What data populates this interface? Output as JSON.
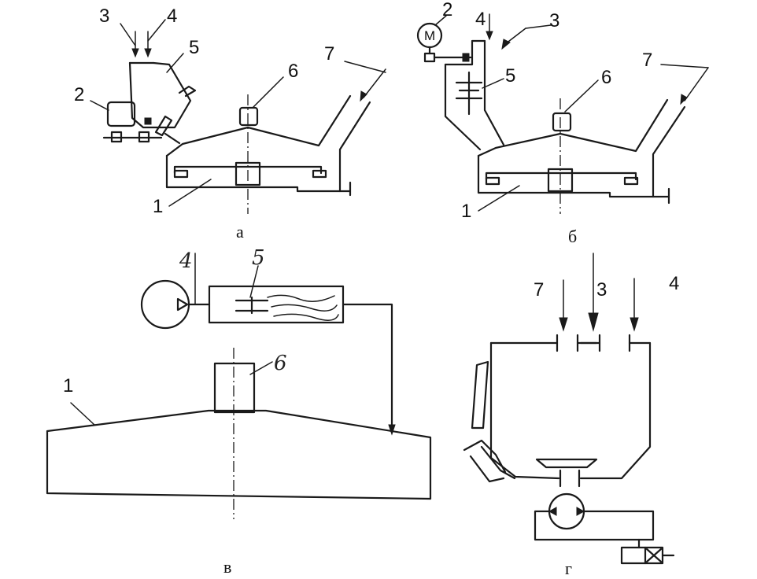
{
  "panels": [
    {
      "caption": "а",
      "labels": [
        "1",
        "2",
        "3",
        "4",
        "5",
        "6",
        "7"
      ]
    },
    {
      "caption": "б",
      "labels": [
        "1",
        "2",
        "3",
        "4",
        "5",
        "6",
        "7"
      ],
      "motor_symbol": "М"
    },
    {
      "caption": "в",
      "labels": [
        "1",
        "4",
        "5",
        "6"
      ]
    },
    {
      "caption": "г",
      "labels": [
        "3",
        "4",
        "7"
      ]
    }
  ]
}
